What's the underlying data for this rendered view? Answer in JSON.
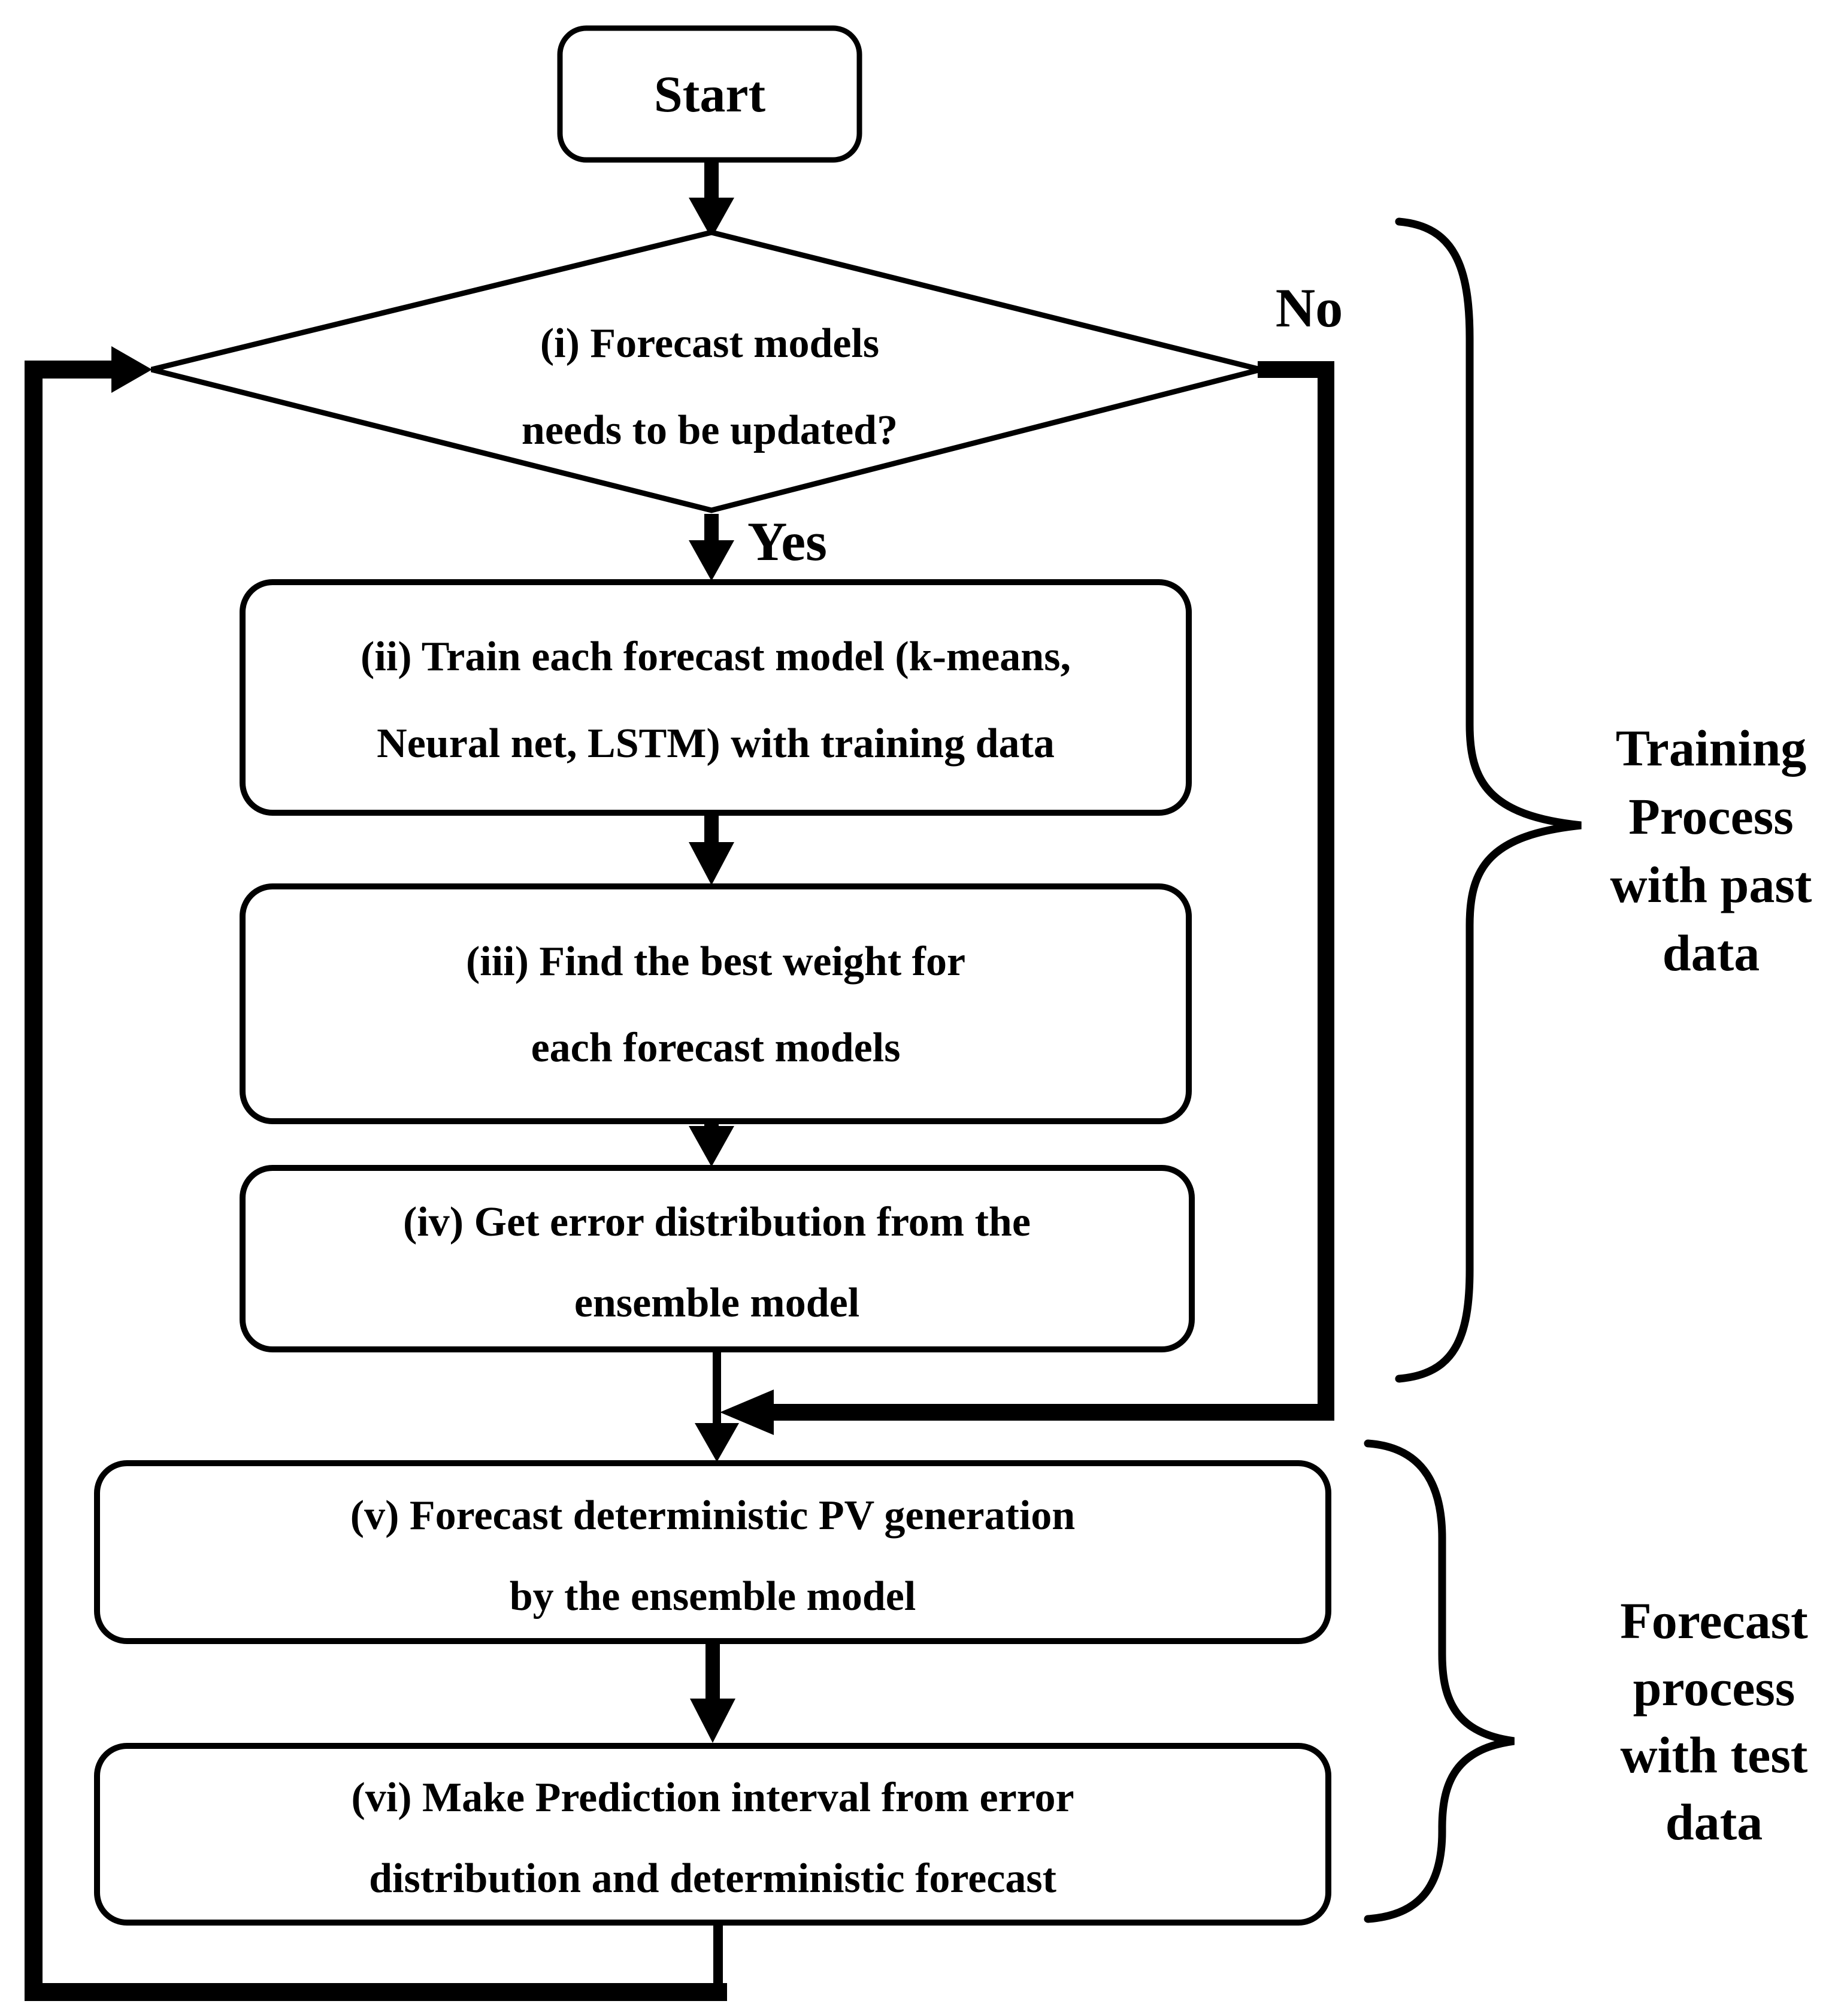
{
  "nodes": {
    "start": {
      "label": "Start"
    },
    "decision": {
      "lines": [
        "(i) Forecast models",
        "needs to be updated?"
      ]
    },
    "train": {
      "lines": [
        "(ii) Train each forecast model (k-means,",
        "Neural net, LSTM) with training data"
      ]
    },
    "weight": {
      "lines": [
        "(iii) Find the best weight for",
        "each forecast models"
      ]
    },
    "error": {
      "lines": [
        "(iv) Get error distribution from the",
        "ensemble model"
      ]
    },
    "forecast": {
      "lines": [
        "(v) Forecast deterministic PV generation",
        "by the ensemble model"
      ]
    },
    "interval": {
      "lines": [
        "(vi) Make Prediction interval from error",
        "distribution and deterministic forecast"
      ]
    }
  },
  "edges": {
    "yes_label": "Yes",
    "no_label": "No"
  },
  "annotations": {
    "training": {
      "lines": [
        "Training",
        "Process",
        "with past",
        "data"
      ]
    },
    "forecast": {
      "lines": [
        "Forecast",
        "process",
        "with test",
        "data"
      ]
    }
  },
  "colors": {
    "ink": "#000000",
    "background": "#ffffff"
  }
}
